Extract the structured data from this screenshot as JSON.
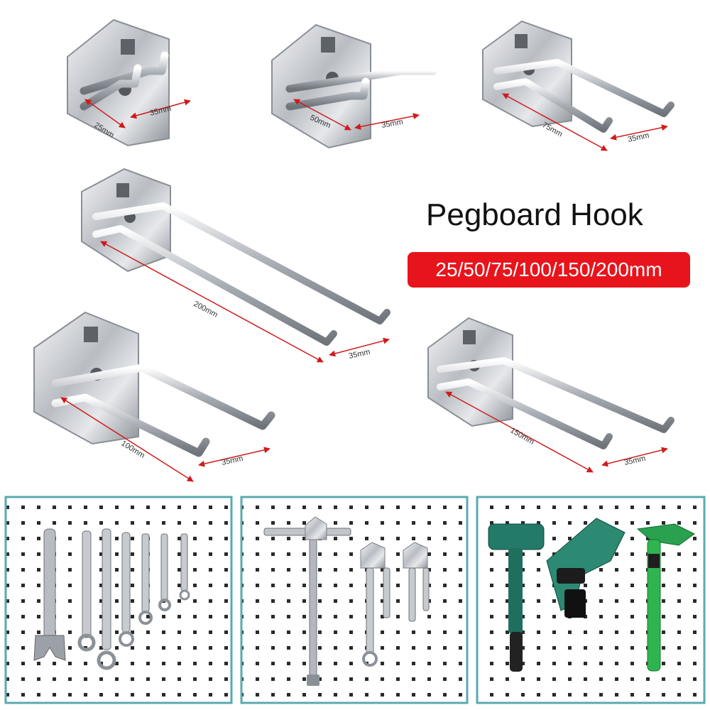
{
  "product": {
    "title": "Pegboard Hook",
    "sizes_badge": "25/50/75/100/150/200mm",
    "accent_color": "#e8141c"
  },
  "hooks": [
    {
      "length_label": "25mm",
      "spacing_label": "35mm"
    },
    {
      "length_label": "50mm",
      "spacing_label": "35mm"
    },
    {
      "length_label": "75mm",
      "spacing_label": "35mm"
    },
    {
      "length_label": "200mm",
      "spacing_label": "35mm"
    },
    {
      "length_label": "100mm",
      "spacing_label": "35mm"
    },
    {
      "length_label": "150mm",
      "spacing_label": "35mm"
    }
  ],
  "usage_panels": [
    {
      "contents": "wrenches-icon"
    },
    {
      "contents": "t-handle-wrench-icon"
    },
    {
      "contents": "hammers-and-drill-icon"
    }
  ]
}
